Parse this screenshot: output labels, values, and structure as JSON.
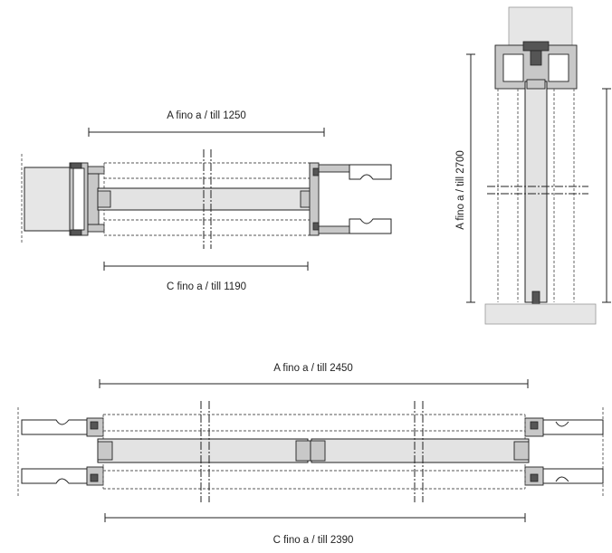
{
  "dimensions": {
    "top_a": "A fino a / till 1250",
    "top_c": "C fino a / till 1190",
    "vertical_a": "A fino a / till 2700",
    "bottom_a": "A fino a / till 2450",
    "bottom_c": "C fino a / till 2390"
  },
  "colors": {
    "panel": "#e3e3e3",
    "profile": "#c8c8c8",
    "line": "#222222"
  }
}
